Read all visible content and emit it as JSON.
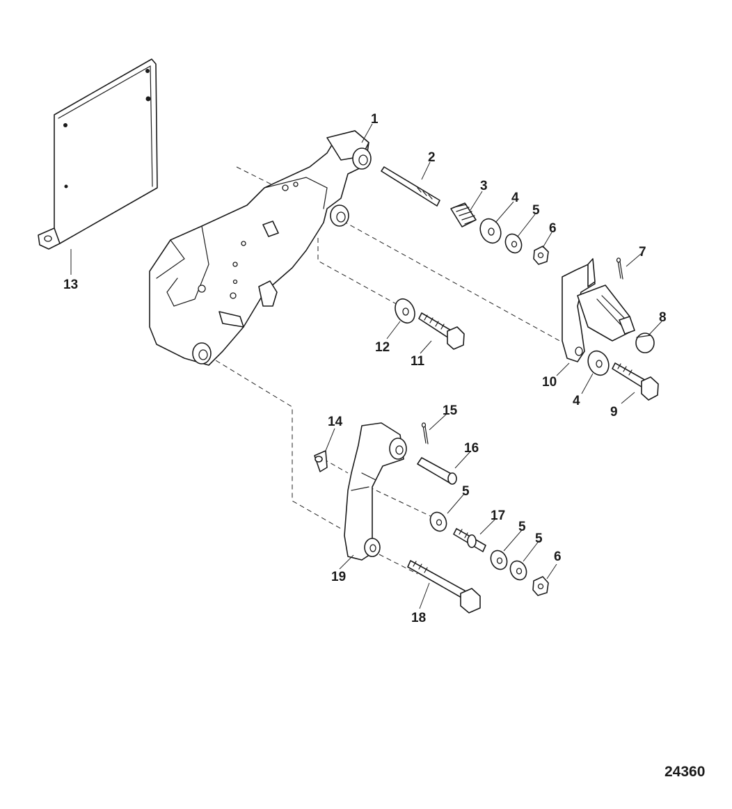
{
  "diagram": {
    "figure_number": "24360",
    "callouts": {
      "c1": "1",
      "c2": "2",
      "c3": "3",
      "c4a": "4",
      "c5a": "5",
      "c6a": "6",
      "c7": "7",
      "c8": "8",
      "c9": "9",
      "c10": "10",
      "c4b": "4",
      "c11": "11",
      "c12": "12",
      "c13": "13",
      "c14": "14",
      "c15": "15",
      "c16": "16",
      "c5b": "5",
      "c17": "17",
      "c5c": "5",
      "c5d": "5",
      "c6b": "6",
      "c18": "18",
      "c19": "19"
    }
  }
}
